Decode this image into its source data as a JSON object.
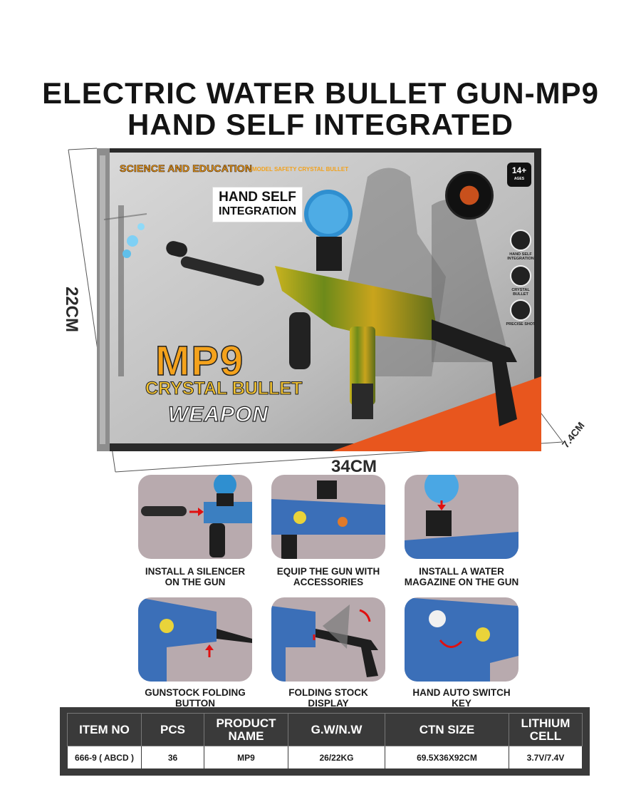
{
  "title": {
    "line1": "ELECTRIC WATER BULLET GUN-MP9",
    "line2": "HAND SELF INTEGRATED"
  },
  "box": {
    "science": "SCIENCE AND EDUCATION",
    "science_sub": "MODEL SAFETY CRYSTAL BULLET",
    "hand_self": "HAND SELF",
    "integration": "INTEGRATION",
    "age": "14+",
    "age_sub": "AGES",
    "features": [
      "HAND SELF INTEGRATION",
      "CRYSTAL BULLET",
      "PRECISE SHOT"
    ],
    "logo_mp9": "MP9",
    "logo_crystal": "CRYSTAL BULLET",
    "logo_weapon": "WEAPON"
  },
  "dimensions": {
    "width": "34CM",
    "height": "22CM",
    "depth": "7.4CM"
  },
  "steps": [
    {
      "caption": "INSTALL A SILENCER ON THE GUN"
    },
    {
      "caption": "EQUIP THE GUN WITH ACCESSORIES"
    },
    {
      "caption": "INSTALL A WATER MAGAZINE ON THE GUN"
    },
    {
      "caption": "GUNSTOCK FOLDING BUTTON"
    },
    {
      "caption": "FOLDING STOCK DISPLAY"
    },
    {
      "caption": "HAND AUTO SWITCH KEY"
    }
  ],
  "spec": {
    "headers": [
      "ITEM NO",
      "PCS",
      "PRODUCT NAME",
      "G.W/N.W",
      "CTN SIZE",
      "LITHIUM CELL"
    ],
    "row": [
      "666-9 ( ABCD )",
      "36",
      "MP9",
      "26/22KG",
      "69.5X36X92CM",
      "3.7V/7.4V"
    ]
  },
  "colors": {
    "accent_orange": "#f4a21c",
    "box_orange": "#e8561e",
    "step_bg": "#b8aaae",
    "table_bg": "#3a3a3a"
  }
}
